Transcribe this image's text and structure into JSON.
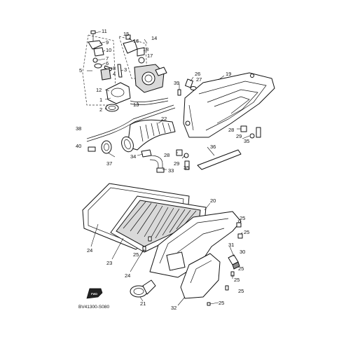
{
  "diagram_code": "BV41300-S080",
  "fwd_label": "FWD",
  "colors": {
    "line": "#111111",
    "fill": "#ffffff",
    "shade": "#d9d9d9"
  },
  "callouts": [
    {
      "id": "c11",
      "text": "11"
    },
    {
      "id": "c9",
      "text": "9"
    },
    {
      "id": "c10",
      "text": "10"
    },
    {
      "id": "c7",
      "text": "7"
    },
    {
      "id": "c6",
      "text": "6"
    },
    {
      "id": "c8",
      "text": "8"
    },
    {
      "id": "c5",
      "text": "5"
    },
    {
      "id": "c4",
      "text": "4"
    },
    {
      "id": "c3",
      "text": "3"
    },
    {
      "id": "c12",
      "text": "12"
    },
    {
      "id": "c1",
      "text": "1"
    },
    {
      "id": "c2",
      "text": "2"
    },
    {
      "id": "c15",
      "text": "15"
    },
    {
      "id": "c16",
      "text": "16"
    },
    {
      "id": "c14",
      "text": "14"
    },
    {
      "id": "c18",
      "text": "18"
    },
    {
      "id": "c17",
      "text": "17"
    },
    {
      "id": "c13",
      "text": "13"
    },
    {
      "id": "c39",
      "text": "39"
    },
    {
      "id": "c26",
      "text": "26"
    },
    {
      "id": "c27",
      "text": "27"
    },
    {
      "id": "c19",
      "text": "19"
    },
    {
      "id": "c38",
      "text": "38"
    },
    {
      "id": "c22",
      "text": "22"
    },
    {
      "id": "c28a",
      "text": "28"
    },
    {
      "id": "c29a",
      "text": "29"
    },
    {
      "id": "c35a",
      "text": "35"
    },
    {
      "id": "c40",
      "text": "40"
    },
    {
      "id": "c36",
      "text": "36"
    },
    {
      "id": "c37",
      "text": "37"
    },
    {
      "id": "c34",
      "text": "34"
    },
    {
      "id": "c28b",
      "text": "28"
    },
    {
      "id": "c29b",
      "text": "29"
    },
    {
      "id": "c35b",
      "text": "35"
    },
    {
      "id": "c33",
      "text": "33"
    },
    {
      "id": "c20",
      "text": "20"
    },
    {
      "id": "c25a",
      "text": "25"
    },
    {
      "id": "c25b",
      "text": "25"
    },
    {
      "id": "c24a",
      "text": "24"
    },
    {
      "id": "c31",
      "text": "31"
    },
    {
      "id": "c30",
      "text": "30"
    },
    {
      "id": "c25c",
      "text": "25"
    },
    {
      "id": "c23",
      "text": "23"
    },
    {
      "id": "c25d",
      "text": "25"
    },
    {
      "id": "c24b",
      "text": "24"
    },
    {
      "id": "c25e",
      "text": "25"
    },
    {
      "id": "c25f",
      "text": "25"
    },
    {
      "id": "c21",
      "text": "21"
    },
    {
      "id": "c32",
      "text": "32"
    },
    {
      "id": "c25g",
      "text": "25"
    }
  ]
}
